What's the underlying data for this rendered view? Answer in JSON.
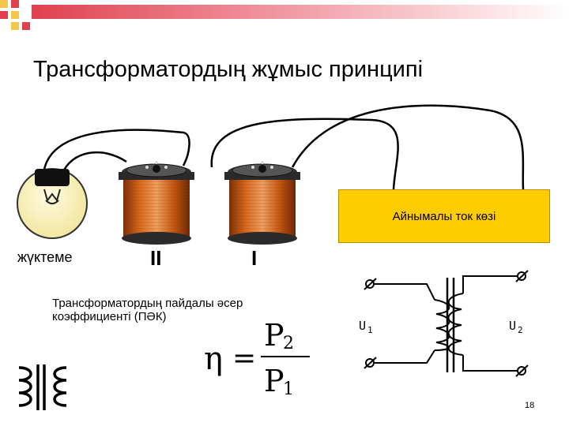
{
  "slide": {
    "title": "Трансформатордың жұмыс принципі",
    "source_label": "Айнымалы ток көзі",
    "load_label": "жүктеме",
    "coil_label_secondary": "II",
    "coil_label_primary": "I",
    "efficiency_line1": "Трансформатордың пайдалы әсер",
    "efficiency_line2": "коэффициенті (ПӘК)",
    "formula": {
      "symbol": "η",
      "equals": "=",
      "numerator": "P",
      "numerator_sub": "2",
      "denominator": "P",
      "denominator_sub": "1"
    },
    "schematic": {
      "u1_label": "U",
      "u1_sub": "1",
      "u2_label": "U",
      "u2_sub": "2"
    },
    "page_number": "18"
  },
  "colors": {
    "accent_red": "#e04050",
    "source_box": "#ffcc00",
    "copper": "#c85a14"
  }
}
